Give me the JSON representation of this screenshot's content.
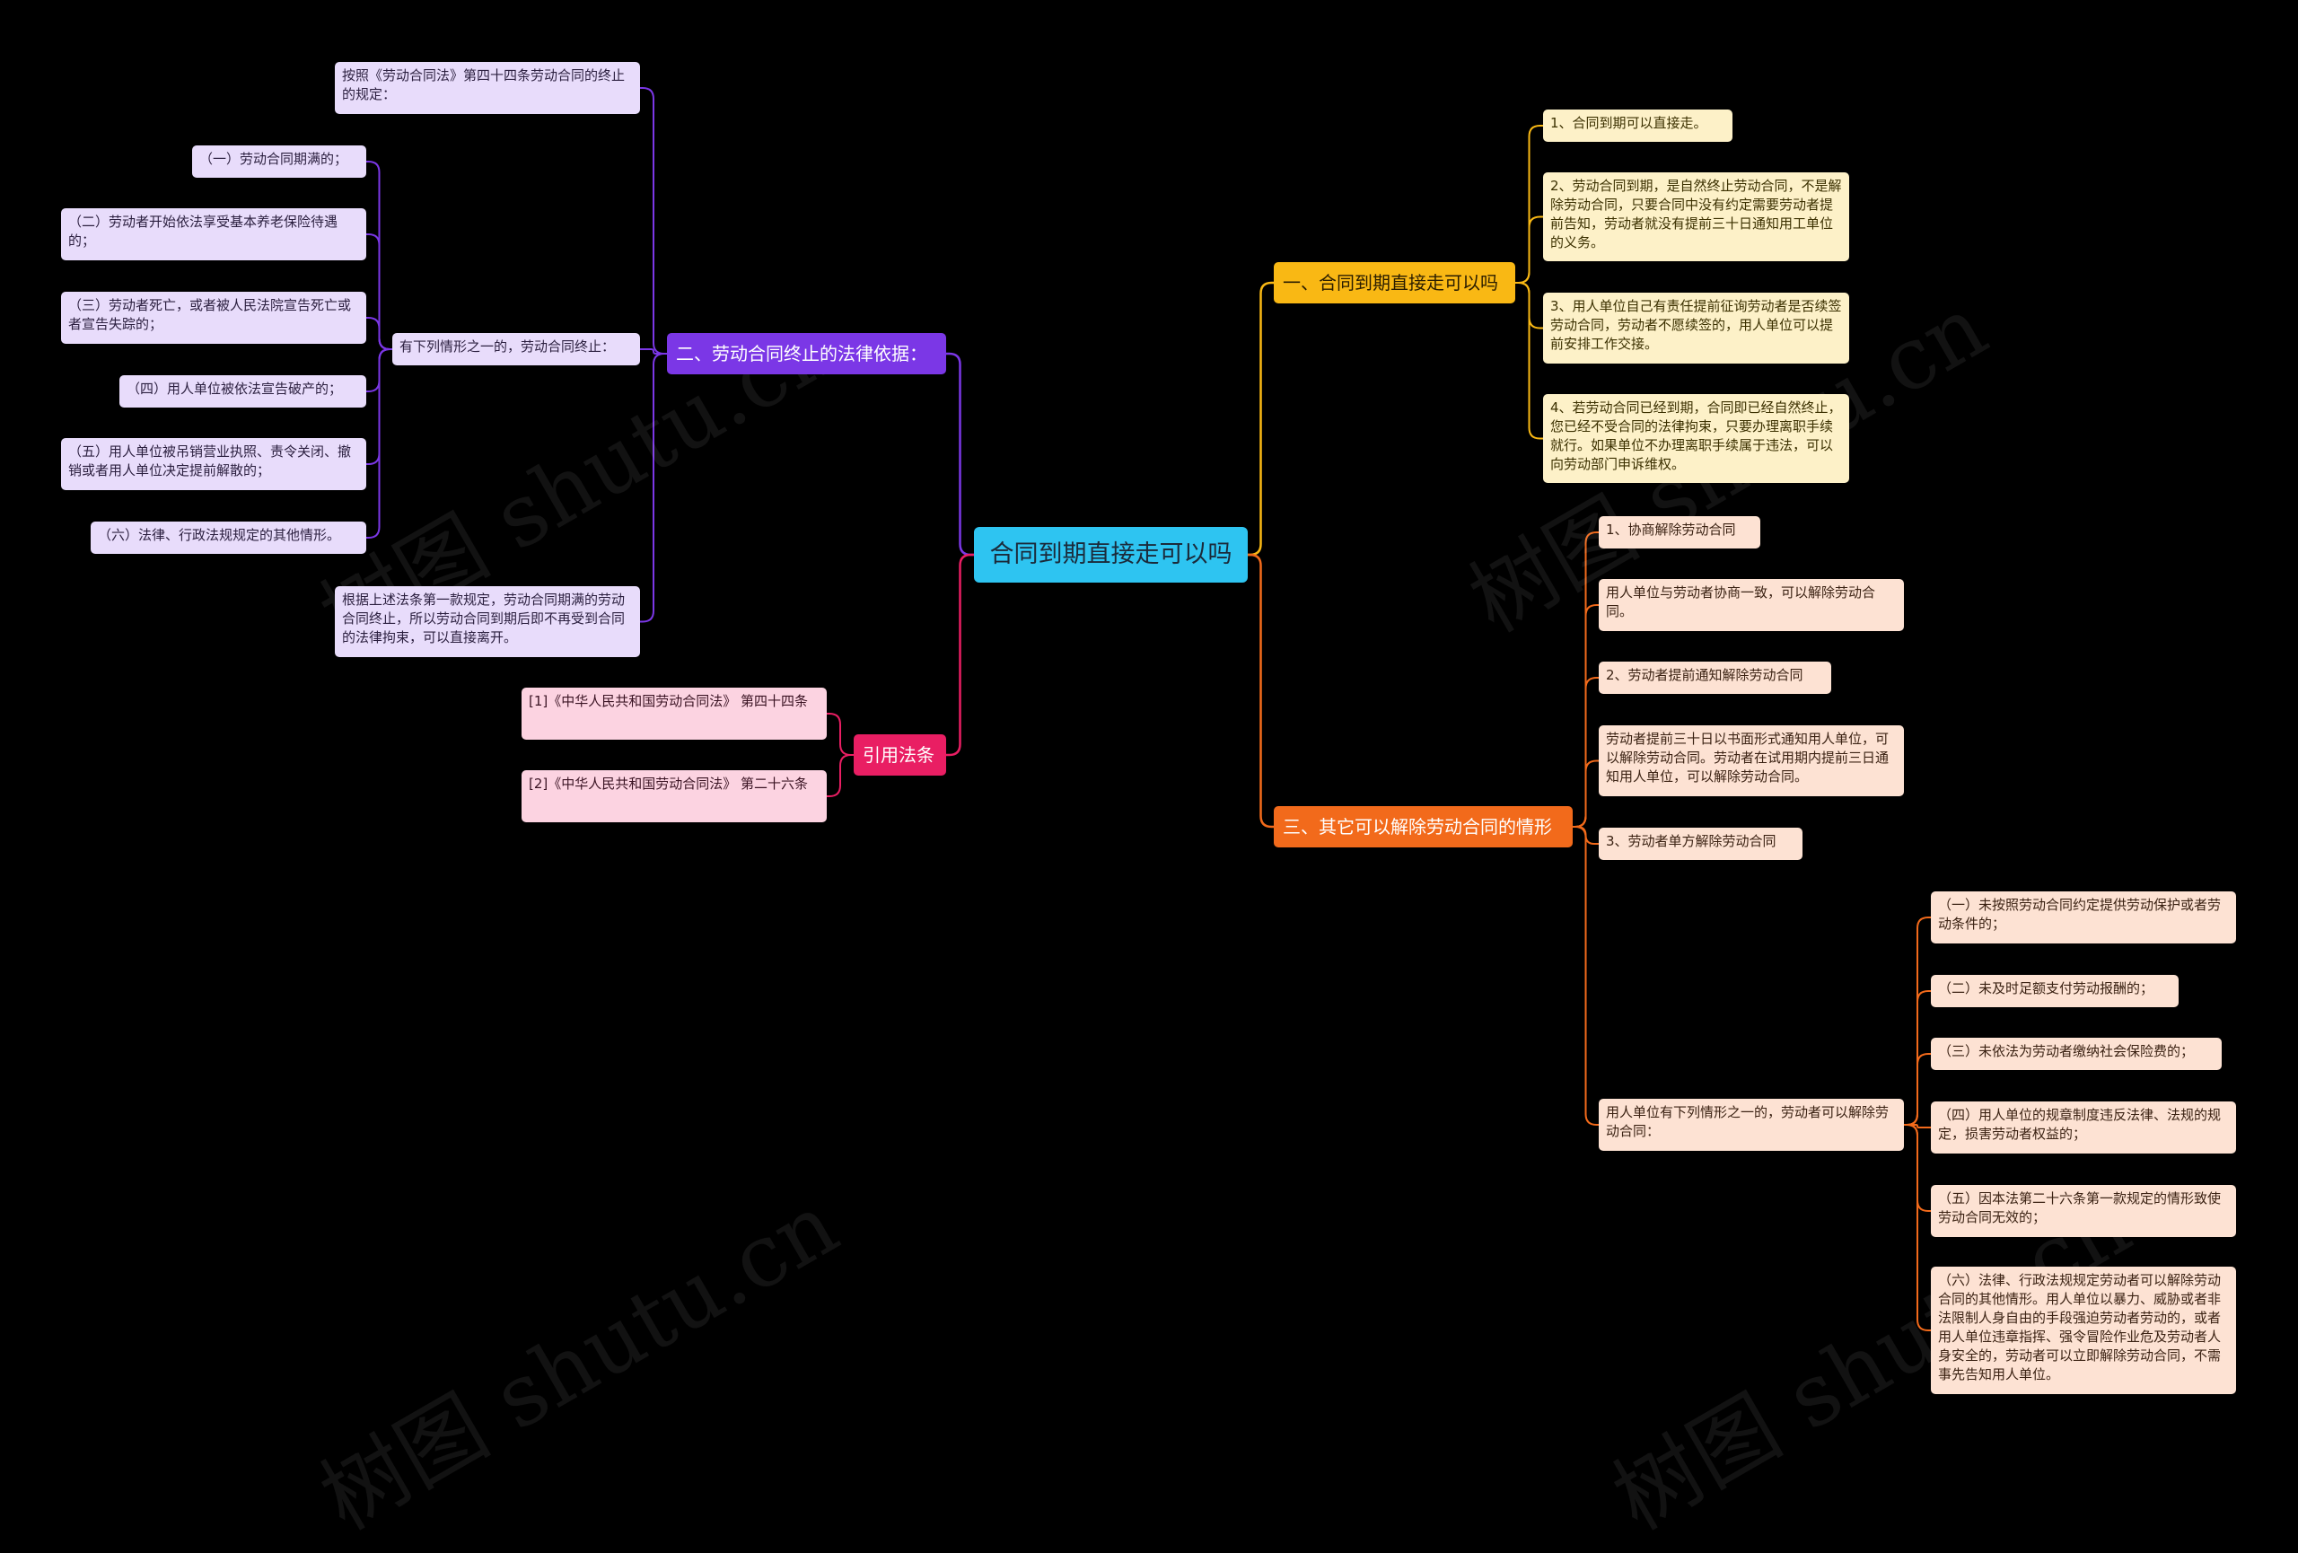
{
  "root": {
    "label": "合同到期直接走可以吗"
  },
  "branches": {
    "b1": {
      "label": "一、合同到期直接走可以吗",
      "color": "#f9b814",
      "items": [
        "1、合同到期可以直接走。",
        "2、劳动合同到期，是自然终止劳动合同，不是解除劳动合同，只要合同中没有约定需要劳动者提前告知，劳动者就没有提前三十日通知用工单位的义务。",
        "3、用人单位自己有责任提前征询劳动者是否续签劳动合同，劳动者不愿续签的，用人单位可以提前安排工作交接。",
        "4、若劳动合同已经到期，合同即已经自然终止，您已经不受合同的法律拘束，只要办理离职手续就行。如果单位不办理离职手续属于违法，可以向劳动部门申诉维权。"
      ]
    },
    "b2": {
      "label": "二、劳动合同终止的法律依据：",
      "color": "#7b37e6",
      "intro": "按照《劳动合同法》第四十四条劳动合同的终止的规定：",
      "sub": "有下列情形之一的，劳动合同终止：",
      "items": [
        "（一）劳动合同期满的；",
        "（二）劳动者开始依法享受基本养老保险待遇的；",
        "（三）劳动者死亡，或者被人民法院宣告死亡或者宣告失踪的；",
        "（四）用人单位被依法宣告破产的；",
        "（五）用人单位被吊销营业执照、责令关闭、撤销或者用人单位决定提前解散的；",
        "（六）法律、行政法规规定的其他情形。"
      ],
      "conclusion": "根据上述法条第一款规定，劳动合同期满的劳动合同终止，所以劳动合同到期后即不再受到合同的法律拘束，可以直接离开。"
    },
    "b3": {
      "label": "三、其它可以解除劳动合同的情形",
      "color": "#f26a1b",
      "items": [
        "1、协商解除劳动合同",
        "用人单位与劳动者协商一致，可以解除劳动合同。",
        "2、劳动者提前通知解除劳动合同",
        "劳动者提前三十日以书面形式通知用人单位，可以解除劳动合同。劳动者在试用期内提前三日通知用人单位，可以解除劳动合同。",
        "3、劳动者单方解除劳动合同",
        "用人单位有下列情形之一的，劳动者可以解除劳动合同："
      ],
      "sub_items": [
        "（一）未按照劳动合同约定提供劳动保护或者劳动条件的；",
        "（二）未及时足额支付劳动报酬的；",
        "（三）未依法为劳动者缴纳社会保险费的；",
        "（四）用人单位的规章制度违反法律、法规的规定，损害劳动者权益的；",
        "（五）因本法第二十六条第一款规定的情形致使劳动合同无效的；",
        "（六）法律、行政法规规定劳动者可以解除劳动合同的其他情形。用人单位以暴力、威胁或者非法限制人身自由的手段强迫劳动者劳动的，或者用人单位违章指挥、强令冒险作业危及劳动者人身安全的，劳动者可以立即解除劳动合同，不需事先告知用人单位。"
      ]
    },
    "b4": {
      "label": "引用法条",
      "color": "#e91e63",
      "items": [
        "[1]《中华人民共和国劳动合同法》 第四十四条",
        "[2]《中华人民共和国劳动合同法》 第二十六条"
      ]
    }
  },
  "watermark": {
    "text": "树图 shutu.cn"
  }
}
